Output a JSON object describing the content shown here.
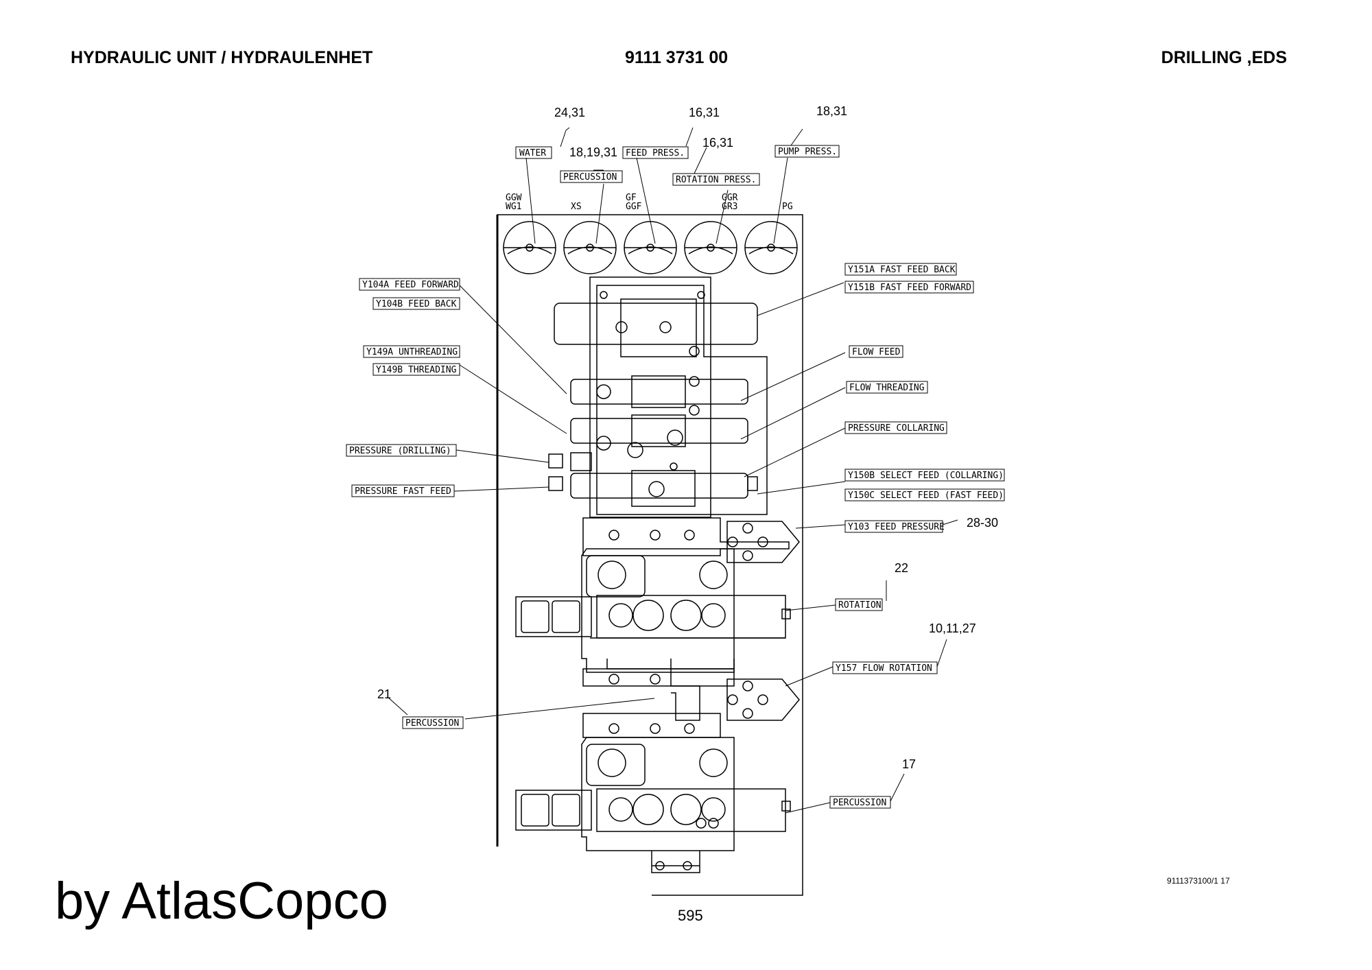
{
  "header": {
    "title": "HYDRAULIC UNIT / HYDRAULENHET",
    "part_number": "9111 3731 00",
    "section": "DRILLING ,EDS"
  },
  "gauges": {
    "refs": [
      "GGW",
      "WG1",
      "XS",
      "GF",
      "GGF",
      "GGR",
      "GR3",
      "PG"
    ]
  },
  "labels": {
    "water": "WATER",
    "percussion_top": "PERCUSSION",
    "feed_press": "FEED PRESS.",
    "rotation_press": "ROTATION PRESS.",
    "pump_press": "PUMP PRESS.",
    "y104a": "Y104A FEED FORWARD",
    "y104b": "Y104B FEED BACK",
    "y149a": "Y149A UNTHREADING",
    "y149b": "Y149B THREADING",
    "pressure_drilling": "PRESSURE (DRILLING)",
    "pressure_fast_feed": "PRESSURE FAST FEED",
    "y151a": "Y151A FAST FEED BACK",
    "y151b": "Y151B FAST FEED FORWARD",
    "flow_feed": "FLOW FEED",
    "flow_threading": "FLOW THREADING",
    "pressure_collaring": "PRESSURE COLLARING",
    "y150b": "Y150B SELECT FEED (COLLARING)",
    "y150c": "Y150C SELECT FEED (FAST FEED)",
    "y103": "Y103 FEED PRESSURE",
    "rotation": "ROTATION",
    "y157": "Y157 FLOW ROTATION",
    "percussion_mid": "PERCUSSION",
    "percussion_low": "PERCUSSION"
  },
  "item_numbers": {
    "water": "24,31",
    "feed_press": "16,31",
    "pump_press": "18,31",
    "percussion_top": "18,19,31",
    "rotation_press": "16,31",
    "y103": "28-30",
    "rotation": "22",
    "y157": "10,11,27",
    "percussion_mid": "21",
    "percussion_low": "17"
  },
  "footer": {
    "brand": "by AtlasCopco",
    "page_number": "595",
    "drawing_ref": "9111373100/1 17"
  }
}
